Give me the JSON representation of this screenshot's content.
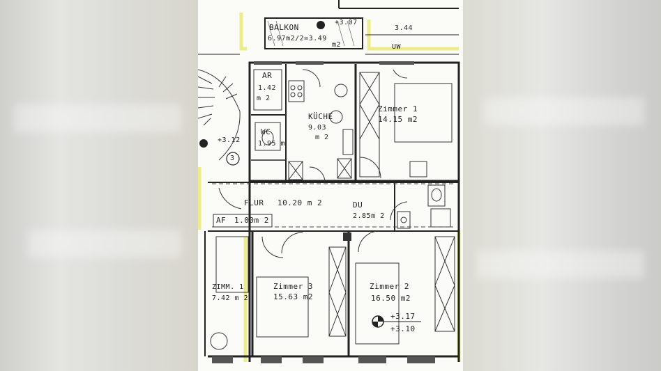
{
  "plan": {
    "balcony": {
      "name": "BALKON",
      "area": "6.97m2/2=3.49",
      "unit": "m2",
      "level": "+3.07"
    },
    "hall_level": "3.44",
    "uw": "UW",
    "ar": {
      "name": "AR",
      "area": "1.42",
      "unit": "m 2"
    },
    "wc": {
      "name": "WC",
      "area": "1.95 m"
    },
    "kitchen": {
      "name": "KÜCHE",
      "area": "9.03",
      "unit": "m 2"
    },
    "zimmer1": {
      "name": "Zimmer 1",
      "area": "14.15 m2"
    },
    "stair_level": "+3.12",
    "stair_number": "3",
    "flur": {
      "name": "FLUR",
      "area": "10.20 m 2"
    },
    "af": {
      "name": "AF",
      "area": "1.00m 2"
    },
    "du": {
      "name": "DU",
      "area": "2.85m 2"
    },
    "zimm_left": {
      "name": "ZIMM. 1",
      "area": "7.42 m 2"
    },
    "zimmer3": {
      "name": "Zimmer 3",
      "area": "15.63 m2"
    },
    "zimmer2": {
      "name": "Zimmer 2",
      "area": "16.50 m2"
    },
    "levels_bottom": {
      "upper": "+3.17",
      "lower": "+3.10"
    }
  }
}
